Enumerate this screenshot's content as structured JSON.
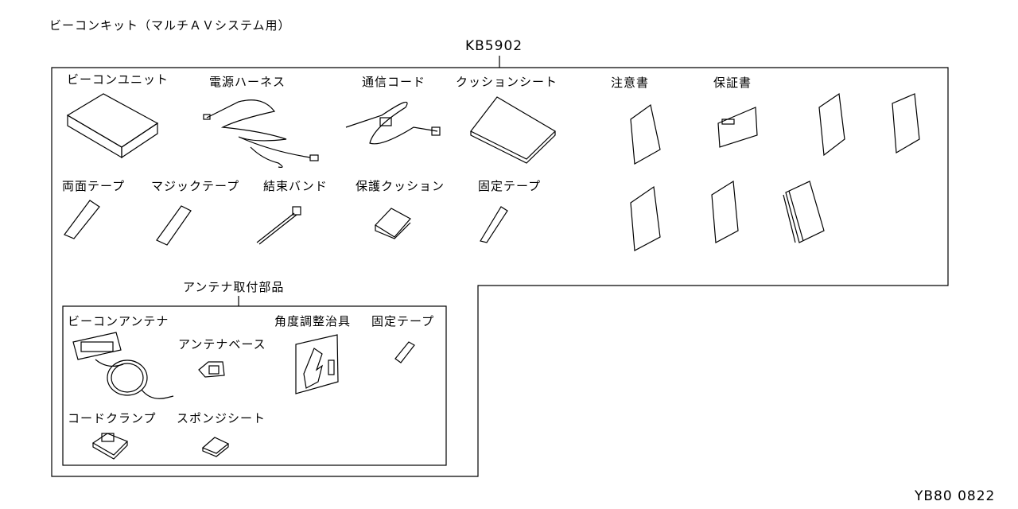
{
  "title": "ビーコンキット（マルチＡＶシステム用）",
  "kit_part_number": "KB5902",
  "diagram_code": "YB80 0822",
  "main_parts": {
    "beacon_unit": "ビーコンユニット",
    "power_harness": "電源ハーネス",
    "comm_cord": "通信コード",
    "cushion_sheet": "クッションシート",
    "caution_manual": "注意書",
    "warranty": "保証書",
    "double_sided_tape": "両面テープ",
    "magic_tape": "マジックテープ",
    "cable_tie": "結束バンド",
    "protective_cushion": "保護クッション",
    "fixing_tape": "固定テープ"
  },
  "antenna_group": {
    "title": "アンテナ取付部品",
    "beacon_antenna": "ビーコンアンテナ",
    "angle_jig": "角度調整治具",
    "fixing_tape": "固定テープ",
    "antenna_base": "アンテナベース",
    "cord_clamp": "コードクランプ",
    "sponge_sheet": "スポンジシート"
  }
}
